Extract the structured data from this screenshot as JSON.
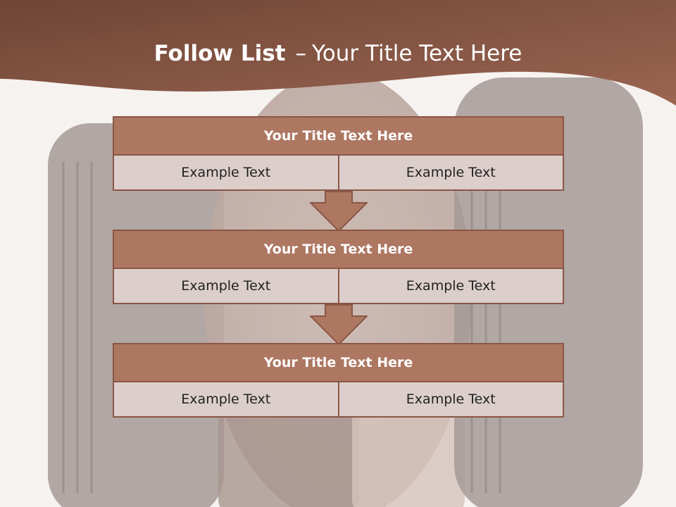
{
  "title": {
    "bold": "Follow List",
    "separator": "–",
    "rest": "Your Title Text Here"
  },
  "colors": {
    "banner": "#7c4f3d",
    "block_header": "#ad7762",
    "block_cell": "#dccfcb",
    "border": "#8a5646"
  },
  "blocks": [
    {
      "title": "Your Title Text Here",
      "left": "Example Text",
      "right": "Example Text"
    },
    {
      "title": "Your Title Text Here",
      "left": "Example Text",
      "right": "Example Text"
    },
    {
      "title": "Your Title Text Here",
      "left": "Example Text",
      "right": "Example Text"
    }
  ],
  "arrows": [
    {
      "icon": "down-arrow-icon"
    },
    {
      "icon": "down-arrow-icon"
    }
  ]
}
